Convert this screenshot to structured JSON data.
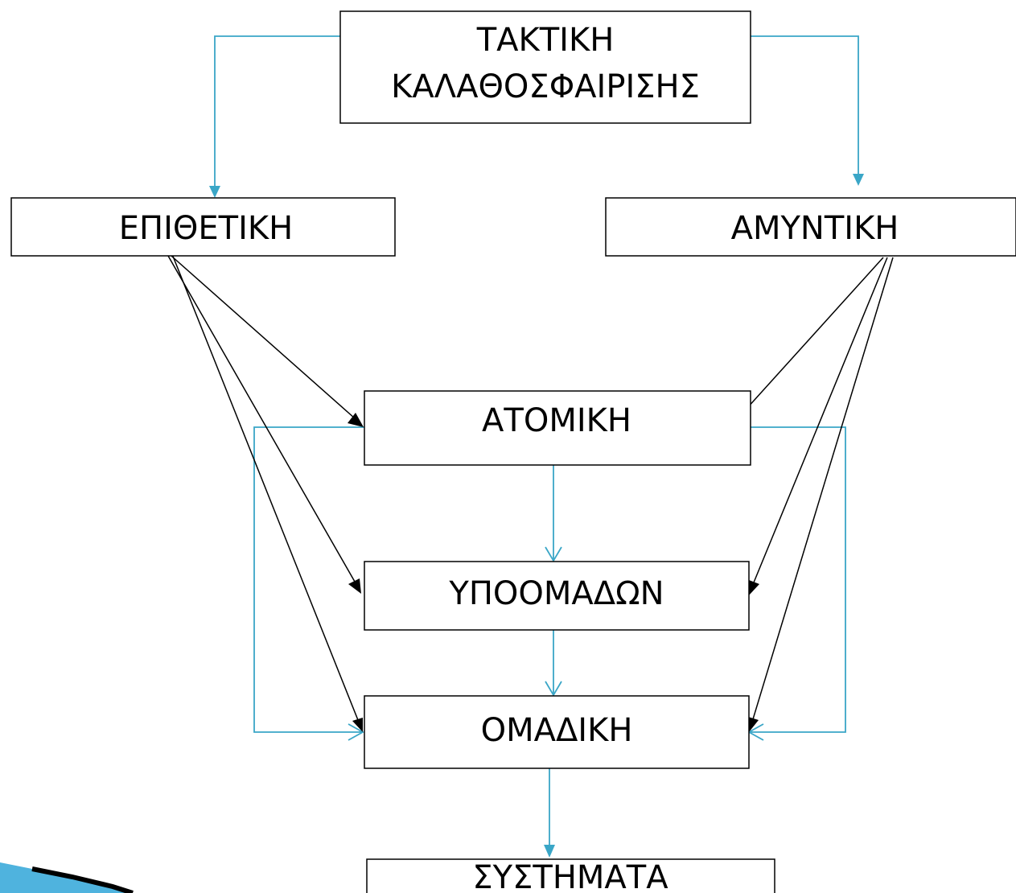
{
  "nodes": {
    "tactic": {
      "line1": "ΤΑΚΤΙΚΗ",
      "line2": "ΚΑΛΑΘΟΣΦΑΙΡΙΣΗΣ"
    },
    "offensive": {
      "label": "ΕΠΙΘΕΤΙΚΗ"
    },
    "defensive": {
      "label": "ΑΜΥΝΤΙΚΗ"
    },
    "individual": {
      "label": "ΑΤΟΜΙΚΗ"
    },
    "subgroup": {
      "label": "ΥΠΟΟΜΑΔΩΝ"
    },
    "team": {
      "label": "ΟΜΑΔΙΚΗ"
    },
    "systems": {
      "label": "ΣΥΣΤΗΜΑΤΑ"
    }
  },
  "colors": {
    "connector_blue": "#3aa6c7",
    "connector_black": "#000000",
    "box_border": "#000000",
    "decoration_fill": "#4fb3de",
    "decoration_edge": "#000000"
  },
  "decoration": {
    "icon": "blue-swoosh-icon"
  }
}
